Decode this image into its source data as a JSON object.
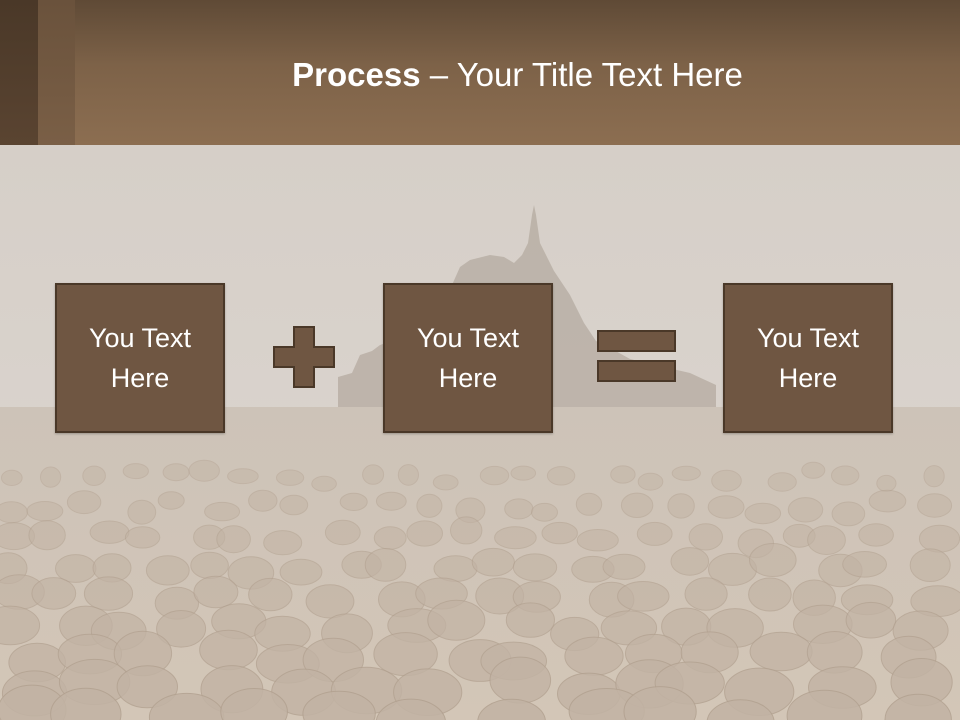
{
  "slide": {
    "title_strong": "Process",
    "title_rest": " – Your Title Text Here",
    "boxes": [
      {
        "label": "You Text Here"
      },
      {
        "label": "You Text Here"
      },
      {
        "label": "You Text Here"
      }
    ],
    "operators": [
      "plus-icon",
      "equals-icon"
    ]
  },
  "colors": {
    "header": "#8c6e51",
    "box_fill": "#6f5642",
    "box_border": "#4a3828",
    "background": "#d8d2cb"
  }
}
